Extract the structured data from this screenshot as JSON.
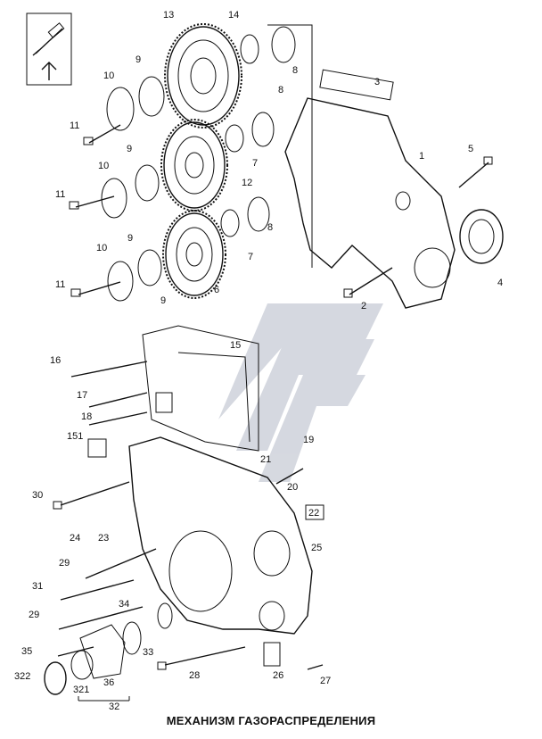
{
  "caption": "МЕХАНИЗМ ГАЗОРАСПРЕДЕЛЕНИЯ",
  "watermark_color": "#c8ccd6",
  "callouts": [
    "1",
    "2",
    "3",
    "4",
    "5",
    "6",
    "7",
    "7",
    "8",
    "8",
    "8",
    "9",
    "9",
    "9",
    "10",
    "10",
    "10",
    "11",
    "11",
    "11",
    "12",
    "13",
    "14",
    "15",
    "16",
    "17",
    "18",
    "151",
    "19",
    "20",
    "21",
    "22",
    "23",
    "24",
    "25",
    "26",
    "27",
    "28",
    "29",
    "29",
    "30",
    "31",
    "32",
    "33",
    "34",
    "35",
    "36",
    "321",
    "322"
  ]
}
